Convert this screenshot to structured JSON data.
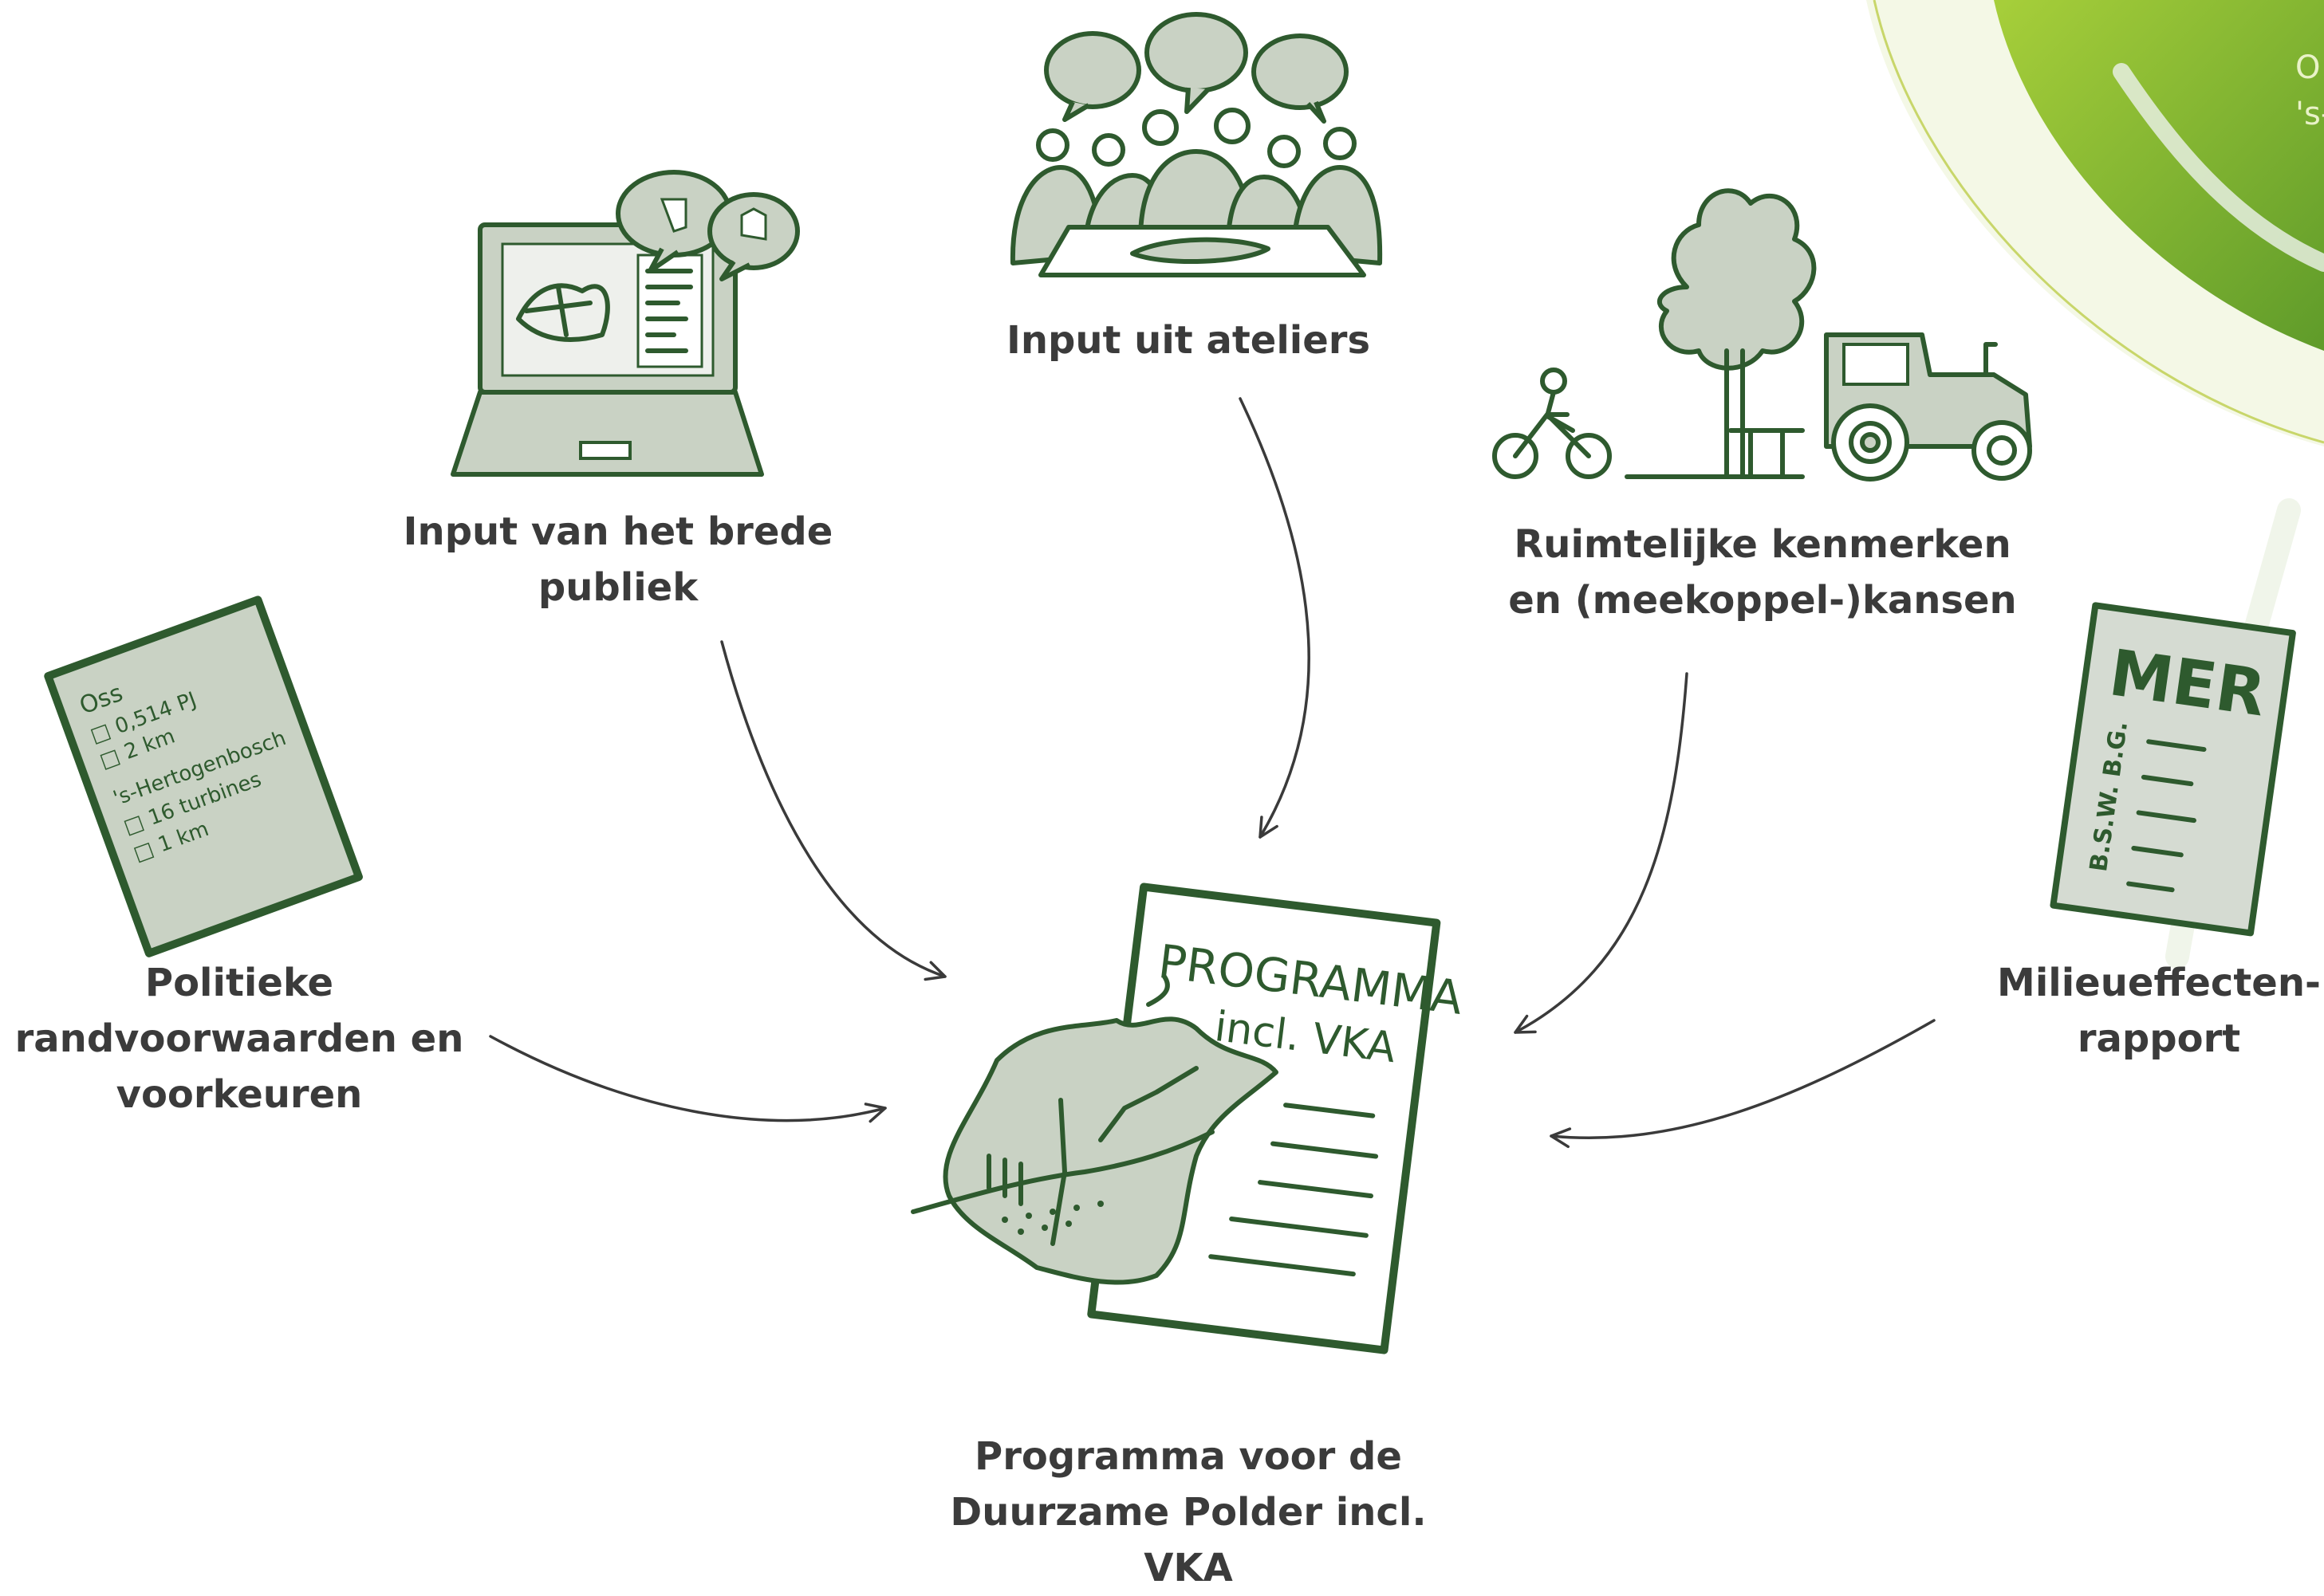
{
  "corner": {
    "line1": "O",
    "line2": "'s-"
  },
  "nodes": {
    "atelier": {
      "line1": "Input uit ateliers"
    },
    "publiek": {
      "line1": "Input van het brede",
      "line2": "publiek"
    },
    "ruimte": {
      "line1": "Ruimtelijke kenmerken",
      "line2": "en (meekoppel-)kansen"
    },
    "politiek": {
      "line1": "Politieke",
      "line2": "randvoorwaarden en",
      "line3": "voorkeuren"
    },
    "mer": {
      "line1": "Milieueffecten-",
      "line2": "rapport"
    },
    "programma": {
      "line1": "Programma voor de",
      "line2": "Duurzame Polder incl.",
      "line3": "VKA"
    }
  },
  "doc_programma": {
    "line1": "PROGRAMMA",
    "line2": "incl. VKA"
  },
  "doc_mer": {
    "title": "MER",
    "side": "B.S.W. B.G."
  },
  "note_politiek": {
    "l1": "Oss",
    "l2": "□ 0,514 PJ",
    "l3": "□ 2 km",
    "l4": "'s-Hertogenbosch",
    "l5": "□ 16 turbines",
    "l6": "□ 1 km"
  },
  "colors": {
    "ink": "#2e5a2e",
    "fill": "#c9d2c4",
    "accent": "#8cbf26",
    "text": "#3b3b3b"
  },
  "icons": [
    "group-meeting-icon",
    "laptop-feedback-icon",
    "landscape-cycle-tree-tractor-icon",
    "checklist-note-icon",
    "mer-report-icon",
    "program-map-document-icon"
  ]
}
